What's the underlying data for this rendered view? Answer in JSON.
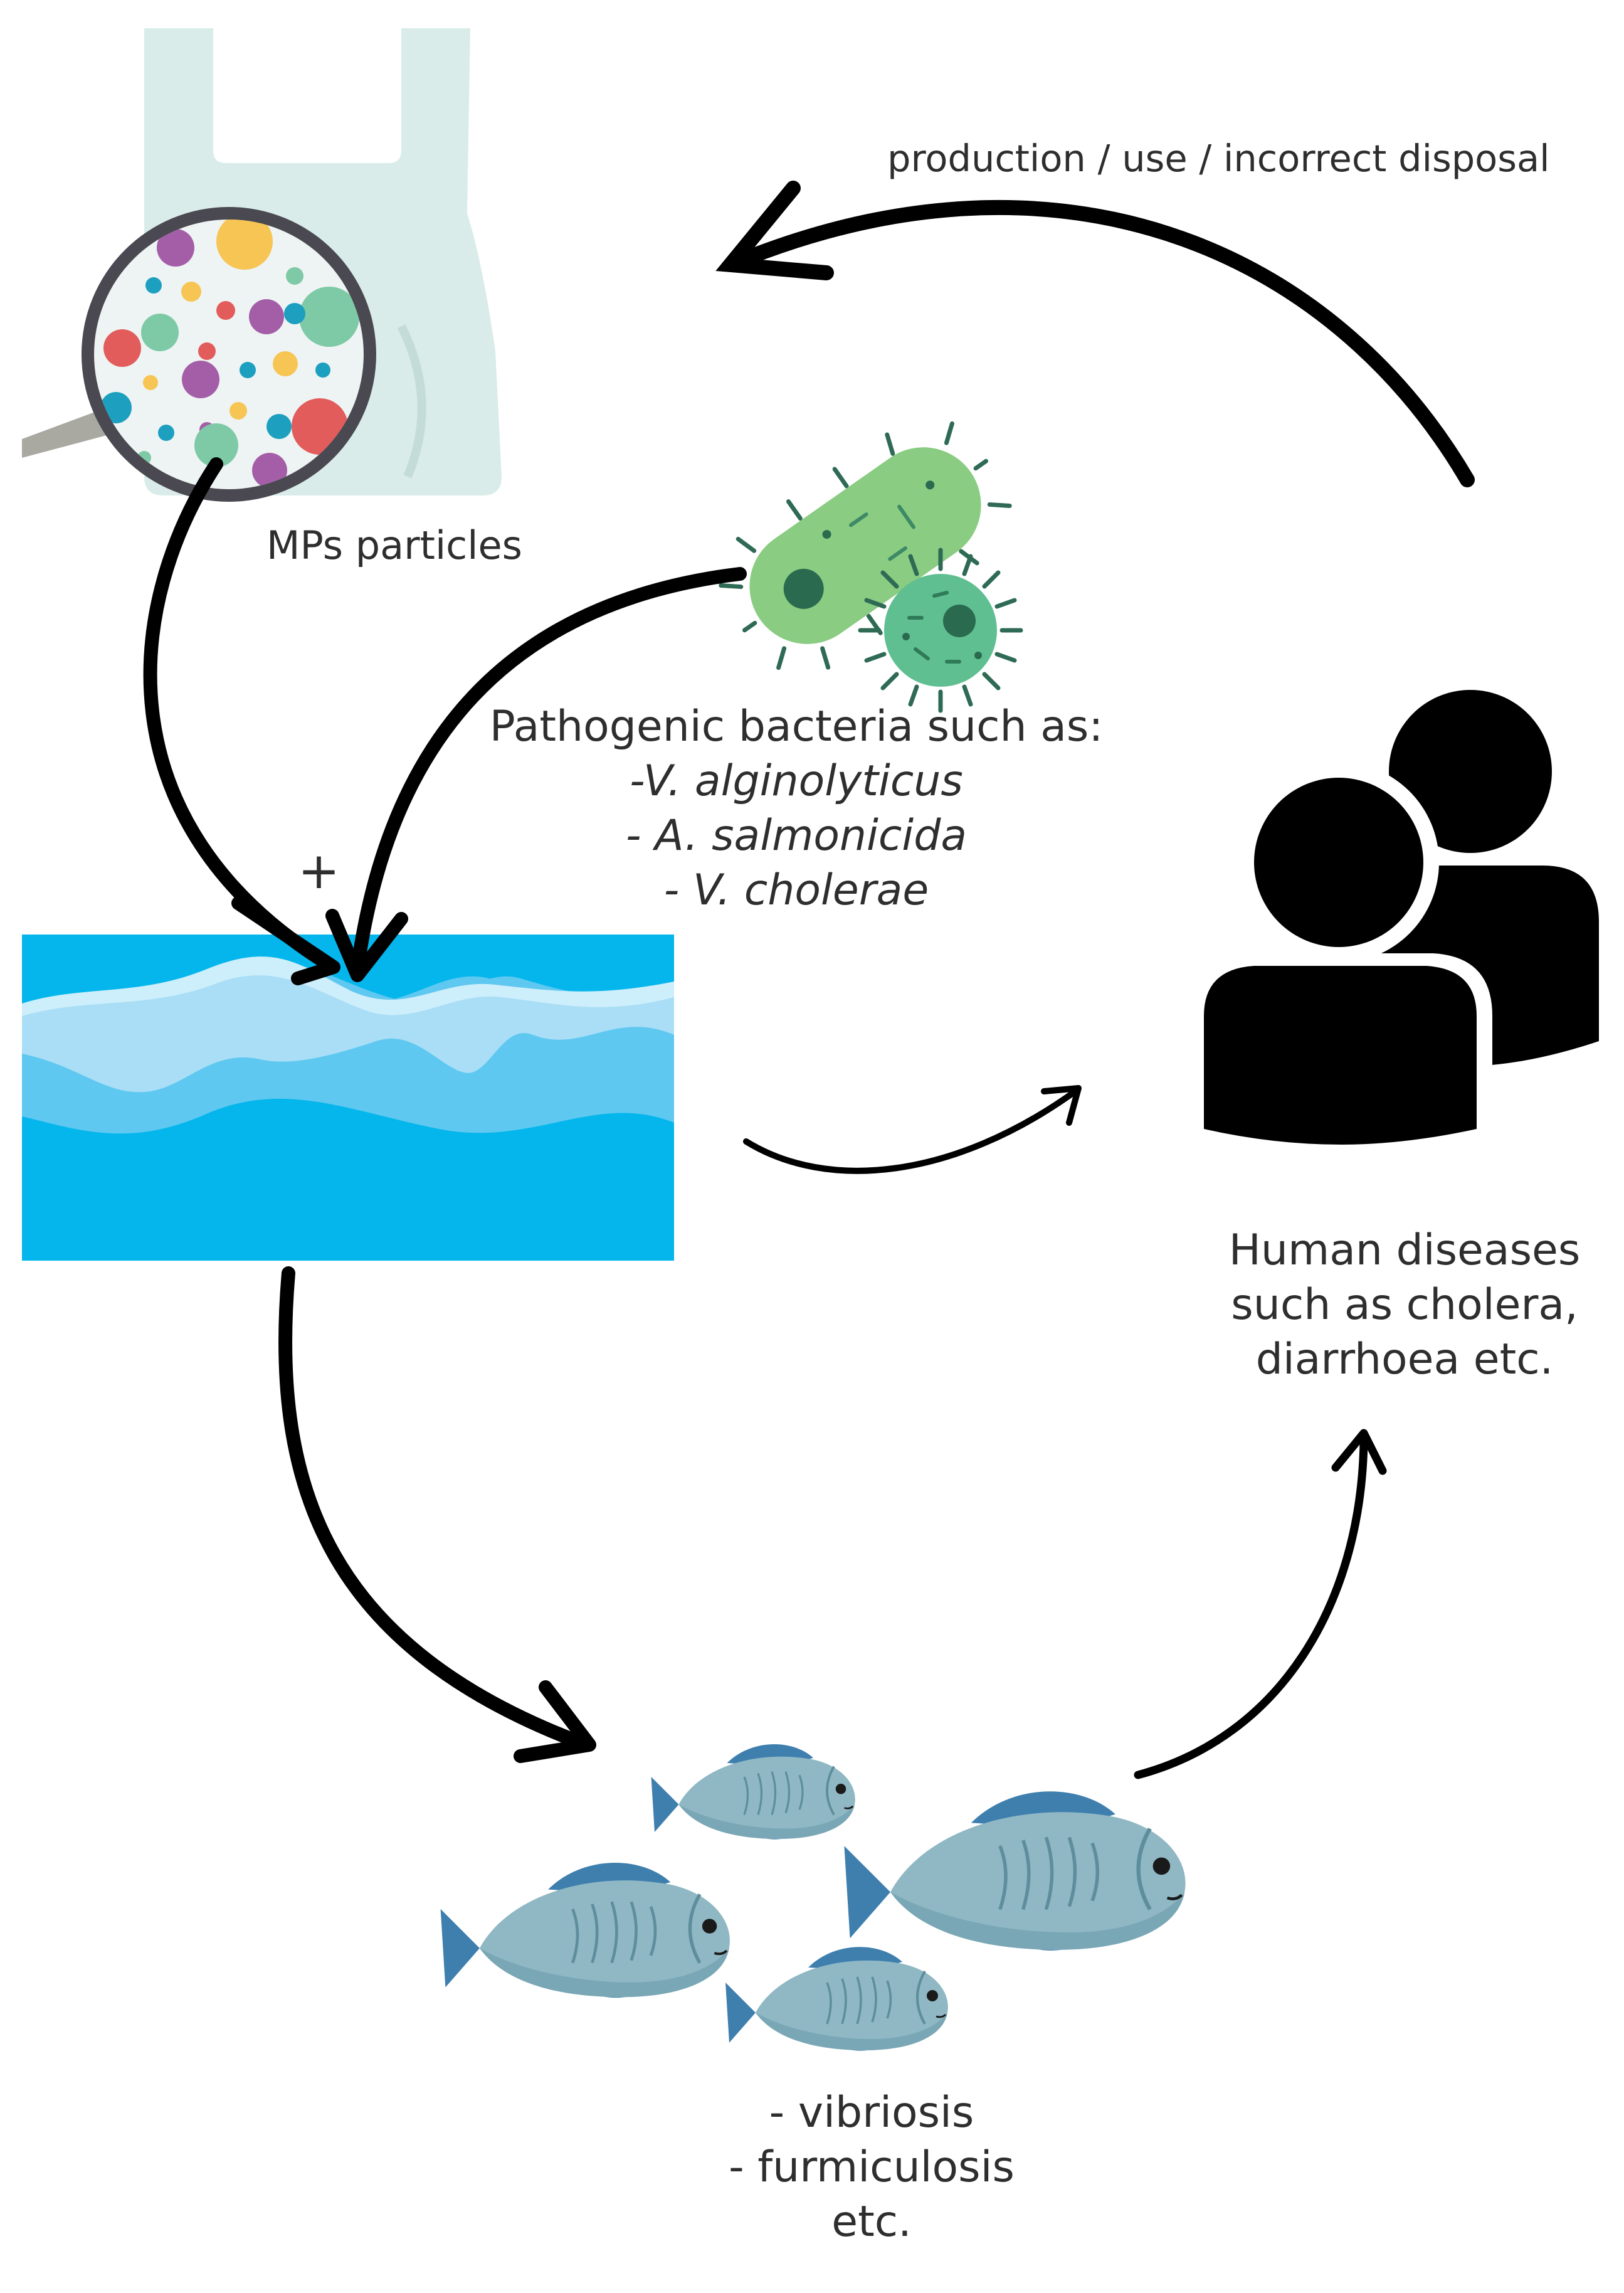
{
  "labels": {
    "production": "production / use / incorrect disposal",
    "mps": "MPs particles",
    "plus": "+",
    "pathogen_header": "Pathogenic bacteria such as:",
    "pathogens": [
      "-V. alginolyticus",
      "- A. salmonicida",
      "- V. cholerae"
    ],
    "human": [
      "Human diseases",
      "such as cholera,",
      "diarrhoea etc."
    ],
    "fish": [
      "- vibriosis",
      "- furmiculosis",
      "etc."
    ]
  },
  "colors": {
    "bag": "#d9ece9",
    "water_light": "#a9def6",
    "water_mid": "#5fc8f0",
    "water_dark": "#04b6ec",
    "bacteria": "#7cc47f",
    "fish_body": "#8fb8c4",
    "fish_fin": "#3f7fae",
    "people": "#000000",
    "arrow": "#000000"
  },
  "icons": [
    "plastic-bag-icon",
    "magnifier-icon",
    "bacteria-icon",
    "water-icon",
    "people-icon",
    "fish-icon"
  ]
}
